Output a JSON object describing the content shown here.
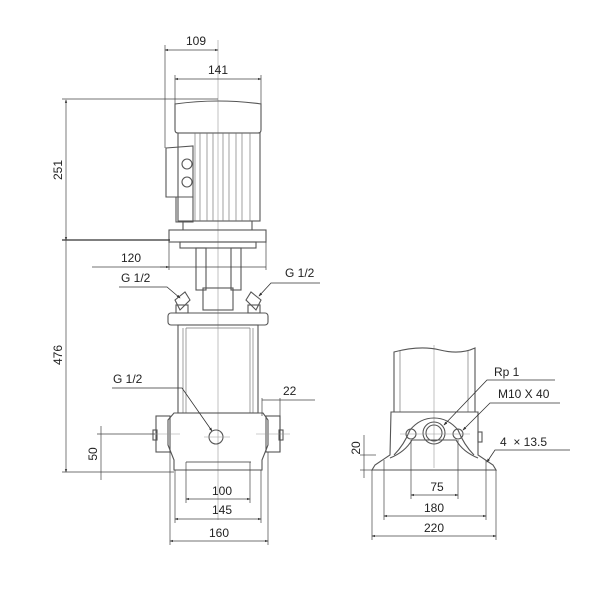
{
  "front_view": {
    "dimensions": {
      "motor_offset": "109",
      "motor_width": "141",
      "motor_height": "251",
      "pump_height": "476",
      "flange_width": "120",
      "inlet_height": "50",
      "side_offset": "22",
      "foot_inner": "100",
      "foot_mid": "145",
      "foot_outer": "160"
    },
    "labels": {
      "vent_left": "G 1/2",
      "vent_right": "G 1/2",
      "drain": "G 1/2"
    }
  },
  "side_view": {
    "dimensions": {
      "base_height": "20",
      "bolt_spacing": "75",
      "hole_spacing": "180",
      "base_width": "220"
    },
    "labels": {
      "port": "Rp 1",
      "bolt": "M10 X 40",
      "holes": "4  × 13.5"
    }
  }
}
